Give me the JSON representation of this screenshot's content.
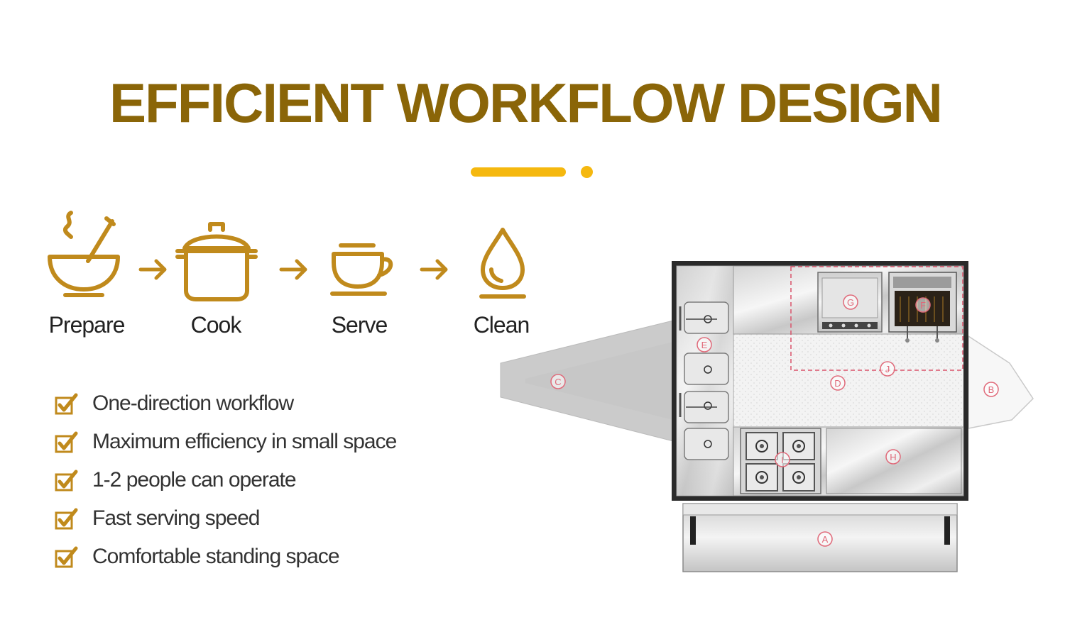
{
  "title": "EFFICIENT WORKFLOW DESIGN",
  "colors": {
    "brand": "#8a6508",
    "accent": "#f5b80f",
    "icon_stroke": "#c08a1c",
    "zone_marker": "#e06a7a"
  },
  "workflow_steps": [
    {
      "label": "Prepare",
      "icon": "mixing-bowl-icon"
    },
    {
      "label": "Cook",
      "icon": "cooking-pot-icon"
    },
    {
      "label": "Serve",
      "icon": "coffee-cup-icon"
    },
    {
      "label": "Clean",
      "icon": "water-drop-icon"
    }
  ],
  "features": [
    "One-direction workflow",
    "Maximum efficiency in small space",
    "1-2 people can operate",
    "Fast serving speed",
    "Comfortable standing space"
  ],
  "floorplan_zones": [
    "A",
    "B",
    "C",
    "D",
    "E",
    "F",
    "G",
    "H",
    "I",
    "J"
  ]
}
